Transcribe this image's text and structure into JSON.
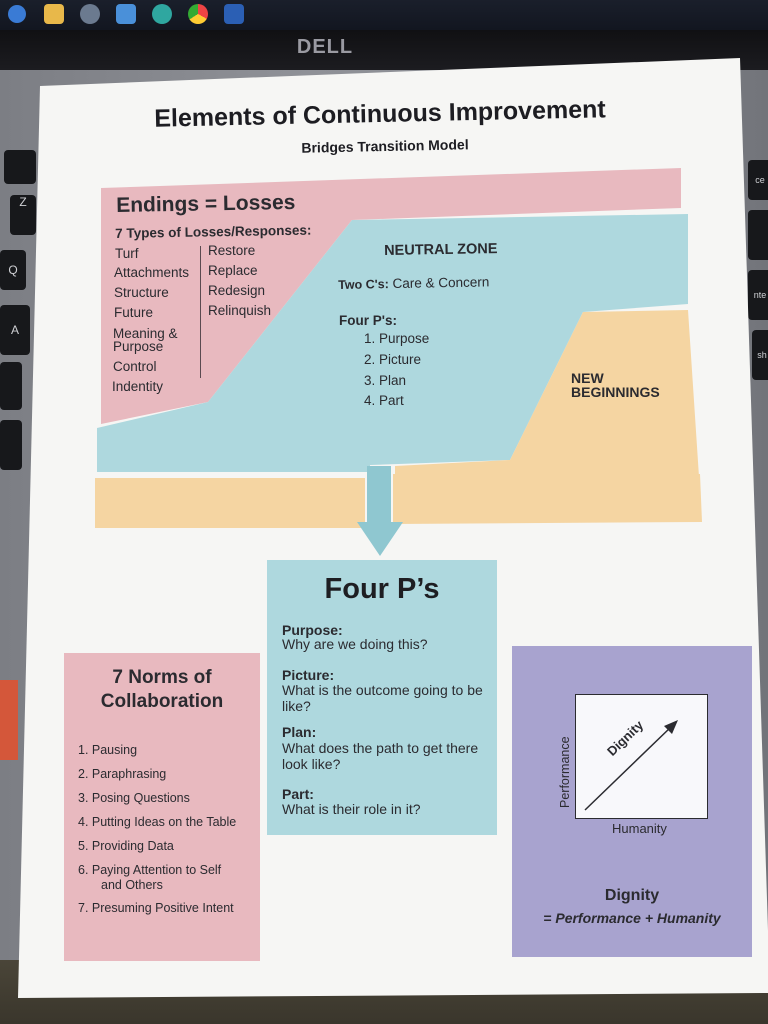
{
  "taskbar": {
    "icons": [
      "start-icon",
      "folder-icon",
      "settings-icon",
      "calendar-icon",
      "edge-browser-icon",
      "chrome-icon",
      "word-icon"
    ]
  },
  "laptop": {
    "brand": "DELL"
  },
  "keyboard": {
    "keys": [
      "ce",
      "nte",
      "sh",
      "Q",
      "A",
      "Z"
    ]
  },
  "handout": {
    "title": "Elements of Continuous Improvement",
    "subtitle": "Bridges Transition Model",
    "endings": {
      "heading": "Endings = Losses",
      "list_heading": "7 Types of Losses/Responses:",
      "losses": [
        "Turf",
        "Attachments",
        "Structure",
        "Future",
        "Meaning &",
        "Purpose",
        "Control",
        "Indentity"
      ],
      "responses": [
        "Restore",
        "Replace",
        "Redesign",
        "Relinquish"
      ]
    },
    "neutral_zone": {
      "heading": "NEUTRAL ZONE",
      "two_cs_label": "Two C's:",
      "two_cs_text": "Care & Concern",
      "four_ps_label": "Four P's:",
      "four_ps": [
        "1. Purpose",
        "2. Picture",
        "3. Plan",
        "4. Part"
      ]
    },
    "new_beginnings": {
      "line1": "NEW",
      "line2": "BEGINNINGS"
    },
    "four_ps_box": {
      "title": "Four P’s",
      "items": [
        {
          "label": "Purpose:",
          "text": "Why are we doing this?"
        },
        {
          "label": "Picture:",
          "text": "What is the outcome going to be like?"
        },
        {
          "label": "Plan:",
          "text": "What does the path to get there look like?"
        },
        {
          "label": "Part:",
          "text": "What is their role in it?"
        }
      ]
    },
    "norms": {
      "title": "7 Norms of Collaboration",
      "items": [
        "1. Pausing",
        "2. Paraphrasing",
        "3. Posing Questions",
        "4. Putting Ideas on the Table",
        "5. Providing Data",
        "6. Paying Attention to Self",
        "and Others",
        "7. Presuming Positive Intent"
      ]
    },
    "dignity": {
      "chart_y_label": "Performance",
      "chart_x_label": "Humanity",
      "chart_arrow_label": "Dignity",
      "caption": "Dignity",
      "formula": "= Performance + Humanity"
    },
    "colors": {
      "pink": "#e8b9bf",
      "blue": "#aed8de",
      "tan": "#f5d5a2",
      "purple": "#a8a3cf"
    }
  }
}
